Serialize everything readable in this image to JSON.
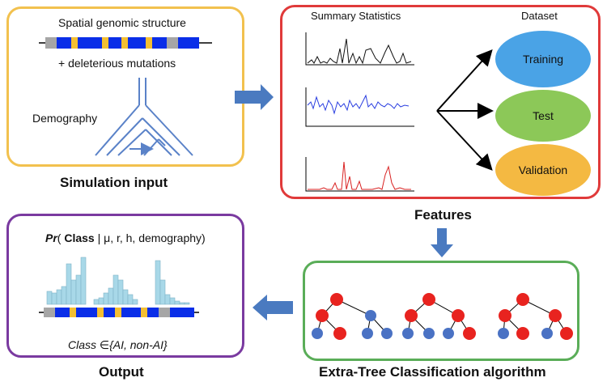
{
  "simulation": {
    "title": "Spatial genomic structure",
    "mutations": "+ deleterious mutations",
    "demography": "Demography",
    "caption": "Simulation input"
  },
  "features": {
    "summary_label": "Summary Statistics",
    "dataset_label": "Dataset",
    "training": "Training",
    "test": "Test",
    "validation": "Validation",
    "caption": "Features"
  },
  "output": {
    "formula_pr": "Pr",
    "formula_class": "Class",
    "formula_rest": "| μ, r, h, demography)",
    "class_set": "Class ∈{AI, non-AI}",
    "caption": "Output"
  },
  "extratree": {
    "caption": "Extra-Tree Classification algorithm"
  },
  "colors": {
    "sim_border": "#f2c14e",
    "features_border": "#e03a3a",
    "output_border": "#7a3aa0",
    "extratree_border": "#5aad58",
    "arrow": "#4a7ac0",
    "training_oval": "#4aa3e6",
    "test_oval": "#8cc858",
    "validation_oval": "#f4b942",
    "tree_red": "#e8231f",
    "tree_blue": "#4a72c4",
    "histogram": "#a8d8e8",
    "genome_blue": "#0a2ee8",
    "genome_gold": "#f4bf32",
    "genome_gray": "#a6a6a6"
  }
}
